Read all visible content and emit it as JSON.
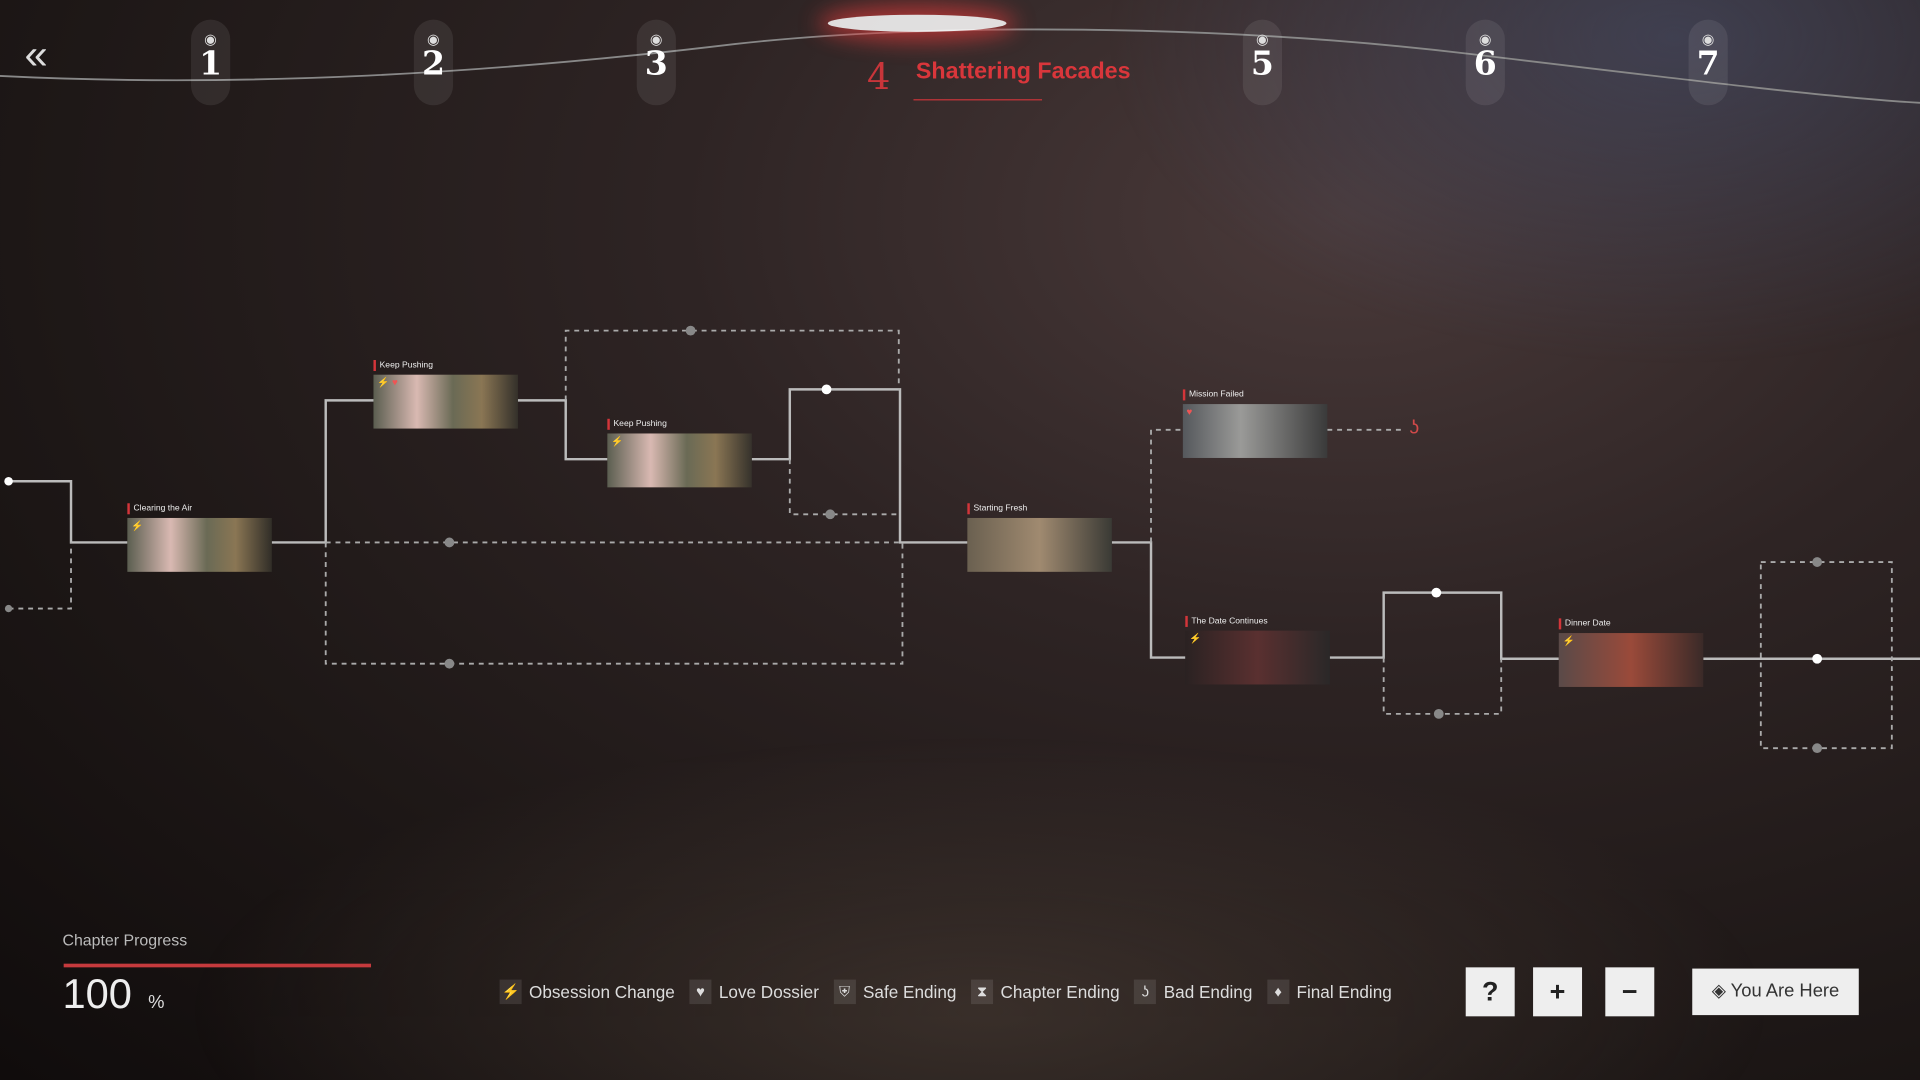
{
  "header": {
    "chapters": [
      {
        "num": "1"
      },
      {
        "num": "2"
      },
      {
        "num": "3"
      },
      {
        "num": "5"
      },
      {
        "num": "6"
      },
      {
        "num": "7"
      }
    ],
    "current": {
      "num": "4",
      "title": "Shattering Facades"
    }
  },
  "nodes": [
    {
      "title": "Clearing the Air",
      "icons": "⚡"
    },
    {
      "title": "Keep Pushing",
      "icons": "⚡ ♥"
    },
    {
      "title": "Keep Pushing",
      "icons": "⚡"
    },
    {
      "title": "Starting Fresh",
      "icons": ""
    },
    {
      "title": "Mission Failed",
      "icons": "♥"
    },
    {
      "title": "The Date Continues",
      "icons": "⚡"
    },
    {
      "title": "Dinner Date",
      "icons": "⚡"
    }
  ],
  "progress": {
    "label": "Chapter Progress",
    "value": "100",
    "unit": "%",
    "fraction": 1.0
  },
  "legend": [
    {
      "icon": "⚡",
      "label": "Obsession Change"
    },
    {
      "icon": "♥",
      "label": "Love Dossier"
    },
    {
      "icon": "⛨",
      "label": "Safe Ending"
    },
    {
      "icon": "⧗",
      "label": "Chapter Ending"
    },
    {
      "icon": "ʖ",
      "label": "Bad Ending"
    },
    {
      "icon": "♦",
      "label": "Final Ending"
    }
  ],
  "controls": {
    "help": "?",
    "zoom_in": "+",
    "zoom_out": "−",
    "you_are_here": "You Are Here"
  },
  "colors": {
    "accent": "#d3353a"
  }
}
